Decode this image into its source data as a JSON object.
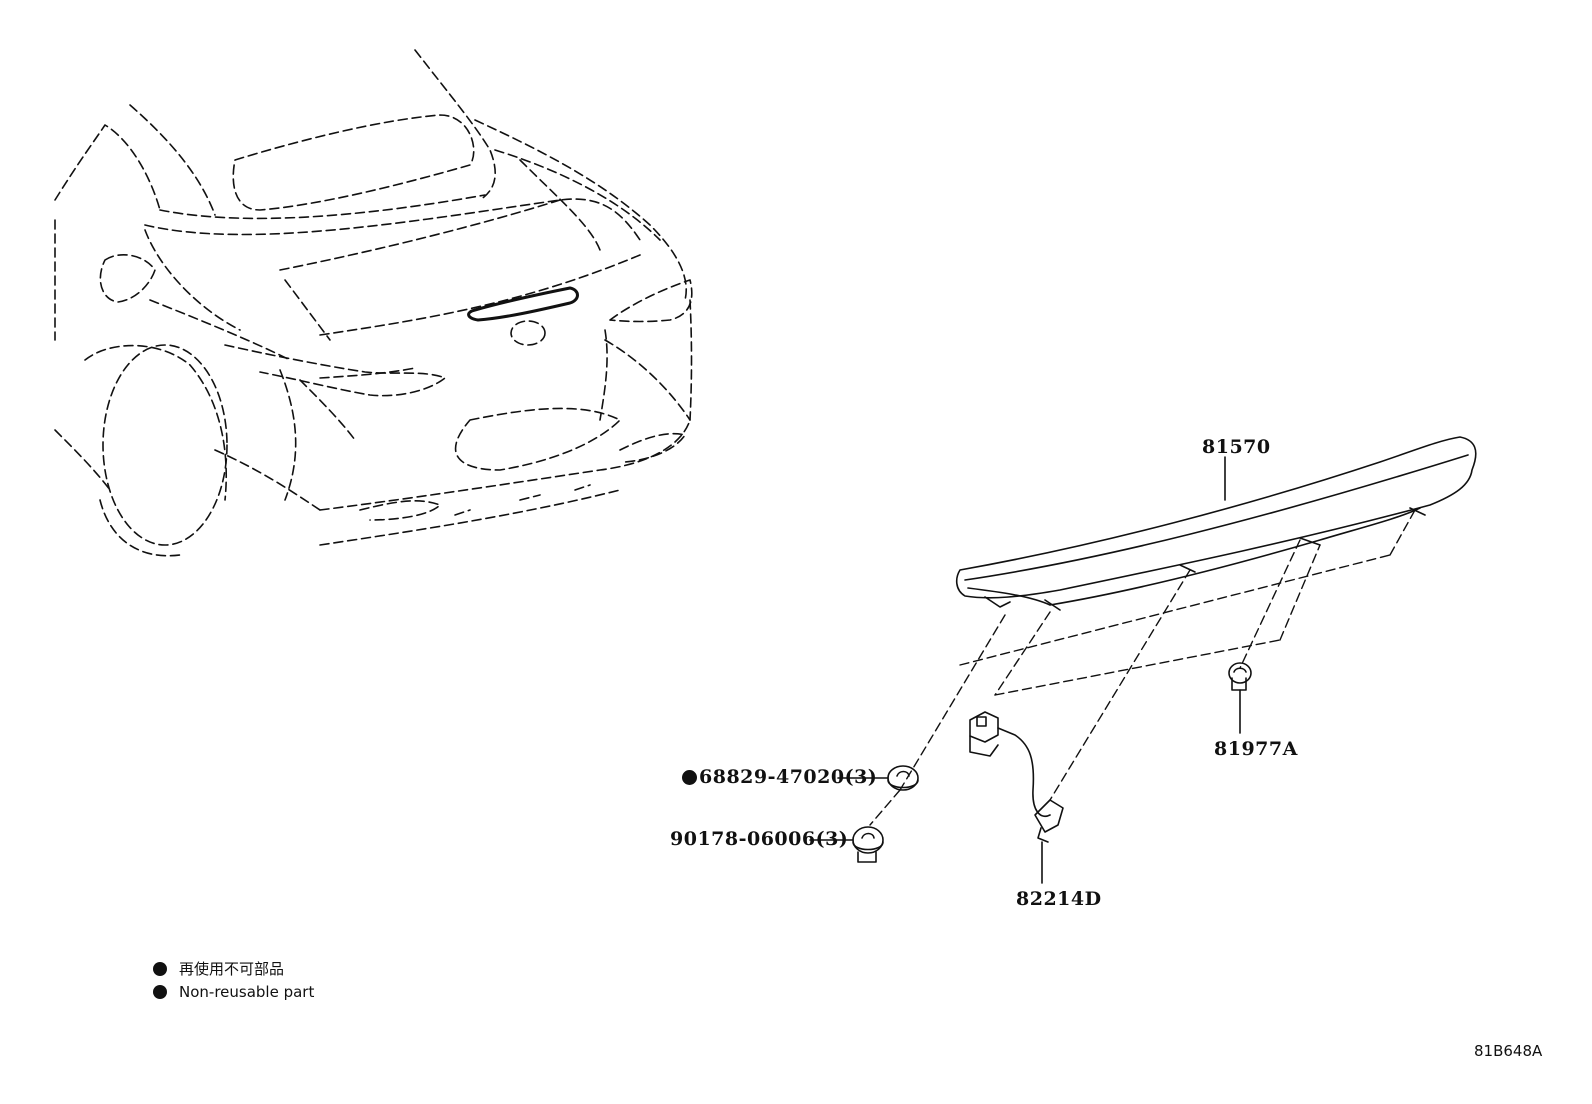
{
  "callouts": {
    "stop_lamp": "81570",
    "clip_81977a": "81977A",
    "grommet": "68829-47020(3)",
    "screw": "90178-06006(3)",
    "wire": "82214D"
  },
  "legend": {
    "ja": "再使用不可部品",
    "en": "Non-reusable part"
  },
  "diagram_code": "81B648A",
  "colors": {
    "ink": "#111111",
    "background": "#ffffff"
  }
}
